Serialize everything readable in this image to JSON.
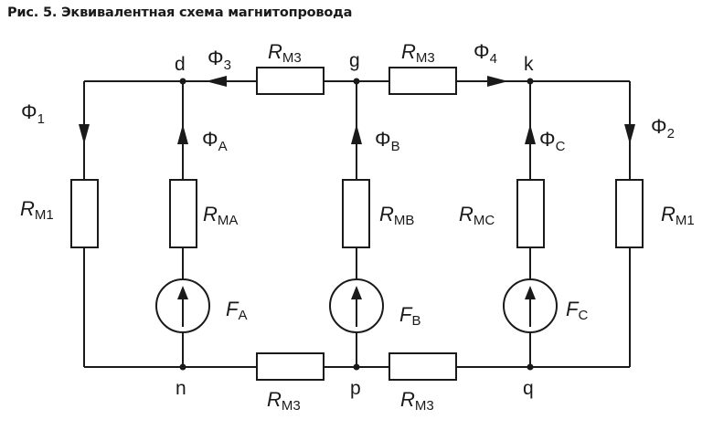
{
  "title": "Рис. 5. Эквивалентная схема магнитопровода",
  "nodes": {
    "d": "d",
    "g": "g",
    "k": "k",
    "n": "n",
    "p": "p",
    "q": "q"
  },
  "fluxes": {
    "phi1": {
      "main": "Φ",
      "sub": "1"
    },
    "phi2": {
      "main": "Φ",
      "sub": "2"
    },
    "phi3": {
      "main": "Φ",
      "sub": "3"
    },
    "phi4": {
      "main": "Φ",
      "sub": "4"
    },
    "phiA": {
      "main": "Φ",
      "sub": "A"
    },
    "phiB": {
      "main": "Φ",
      "sub": "B"
    },
    "phiC": {
      "main": "Φ",
      "sub": "C"
    }
  },
  "resistors": {
    "rm3_top_left": {
      "main": "R",
      "sub": "M3"
    },
    "rm3_top_right": {
      "main": "R",
      "sub": "M3"
    },
    "rm3_bottom_left": {
      "main": "R",
      "sub": "M3"
    },
    "rm3_bottom_right": {
      "main": "R",
      "sub": "M3"
    },
    "rm1_left": {
      "main": "R",
      "sub": "M1"
    },
    "rm1_right": {
      "main": "R",
      "sub": "M1"
    },
    "rma": {
      "main": "R",
      "sub": "MA"
    },
    "rmb": {
      "main": "R",
      "sub": "MB"
    },
    "rmc": {
      "main": "R",
      "sub": "MC"
    }
  },
  "sources": {
    "fa": {
      "main": "F",
      "sub": "A"
    },
    "fb": {
      "main": "F",
      "sub": "B"
    },
    "fc": {
      "main": "F",
      "sub": "C"
    }
  },
  "colors": {
    "ink": "#1a1a1a",
    "background": "#ffffff"
  }
}
